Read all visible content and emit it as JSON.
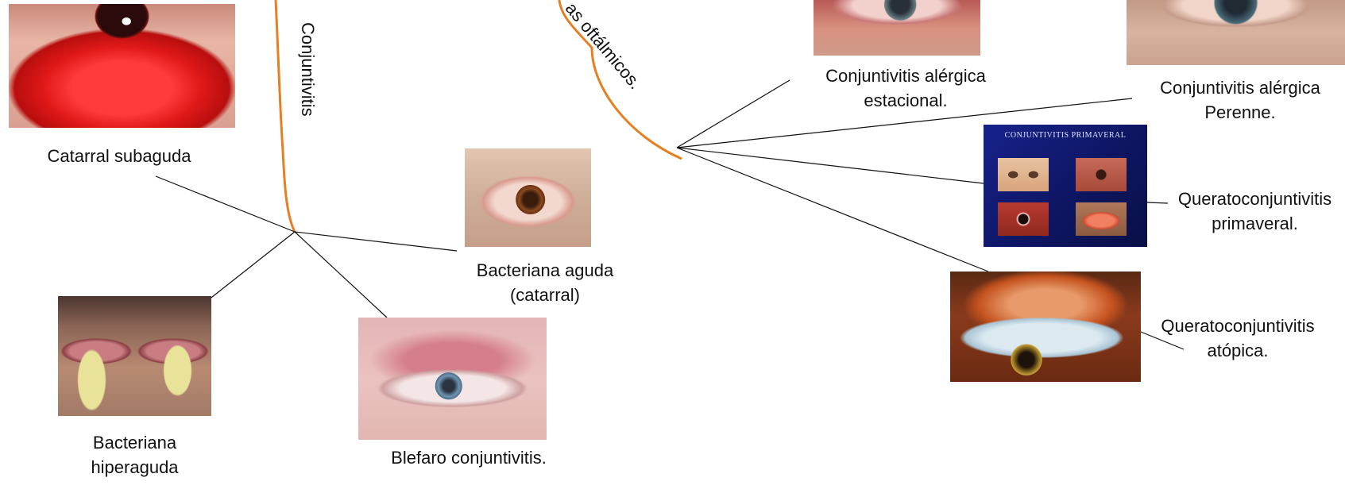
{
  "branches": {
    "conjuntivitis": "Conjuntivitis",
    "oftalmicos": "as oftálmicos."
  },
  "labels": {
    "catarral_subaguda": "Catarral subaguda",
    "bacteriana_aguda": [
      "Bacteriana aguda",
      "(catarral)"
    ],
    "bacteriana_hiperaguda": [
      "Bacteriana",
      "hiperaguda"
    ],
    "blefaro": "Blefaro conjuntivitis.",
    "alergica_estacional": [
      "Conjuntivitis alérgica",
      "estacional."
    ],
    "alergica_perenne": [
      "Conjuntivitis alérgica",
      "Perenne."
    ],
    "queratoconjuntivitis_primaveral": [
      "Queratoconjuntivitis",
      "primaveral."
    ],
    "queratoconjuntivitis_atopica": [
      "Queratoconjuntivitis",
      "atópica."
    ]
  },
  "image_text": {
    "primaveral_title": "CONJUNTIVITIS PRIMAVERAL"
  },
  "colors": {
    "branch": "#E67E22",
    "connector": "#111111"
  },
  "icons": {
    "catarral_subaguda": "red-conjunctiva-photo",
    "bacteriana_aguda": "inflamed-eye-photo",
    "bacteriana_hiperaguda": "purulent-discharge-photo",
    "blefaro": "swollen-eyelid-photo",
    "alergica_estacional": "allergic-eye-photo",
    "alergica_perenne": "allergic-eye-photo",
    "queratoconjuntivitis_primaveral": "primaveral-collage-photo",
    "queratoconjuntivitis_atopica": "atopic-eye-photo"
  }
}
